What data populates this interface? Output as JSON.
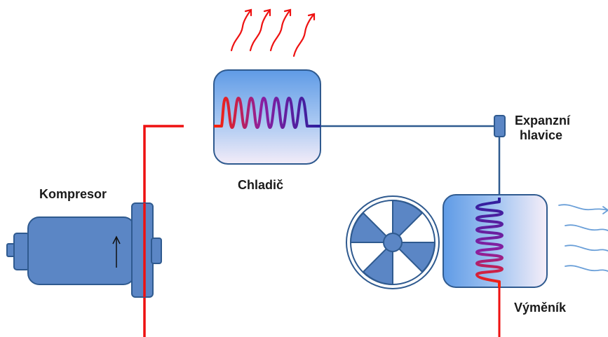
{
  "labels": {
    "compressor": "Kompresor",
    "condenser": "Chladič",
    "expansion_valve_line1": "Expanzní",
    "expansion_valve_line2": "hlavice",
    "evaporator": "Výměník"
  },
  "colors": {
    "hot_line": "#ee1111",
    "cold_line": "#2f5a8f",
    "component_fill": "#5b86c5",
    "component_stroke": "#2f5a8f",
    "heat_arrows": "#ee1111",
    "air_flow_arrows": "#6a9fd8",
    "coil_hot": "#ff2200",
    "coil_cold": "#2b1f9e"
  },
  "icons": {
    "heat_out": "wavy-arrow-up",
    "air_out": "wavy-arrow-right",
    "fan": "fan-icon",
    "rotation": "arrow-up"
  }
}
